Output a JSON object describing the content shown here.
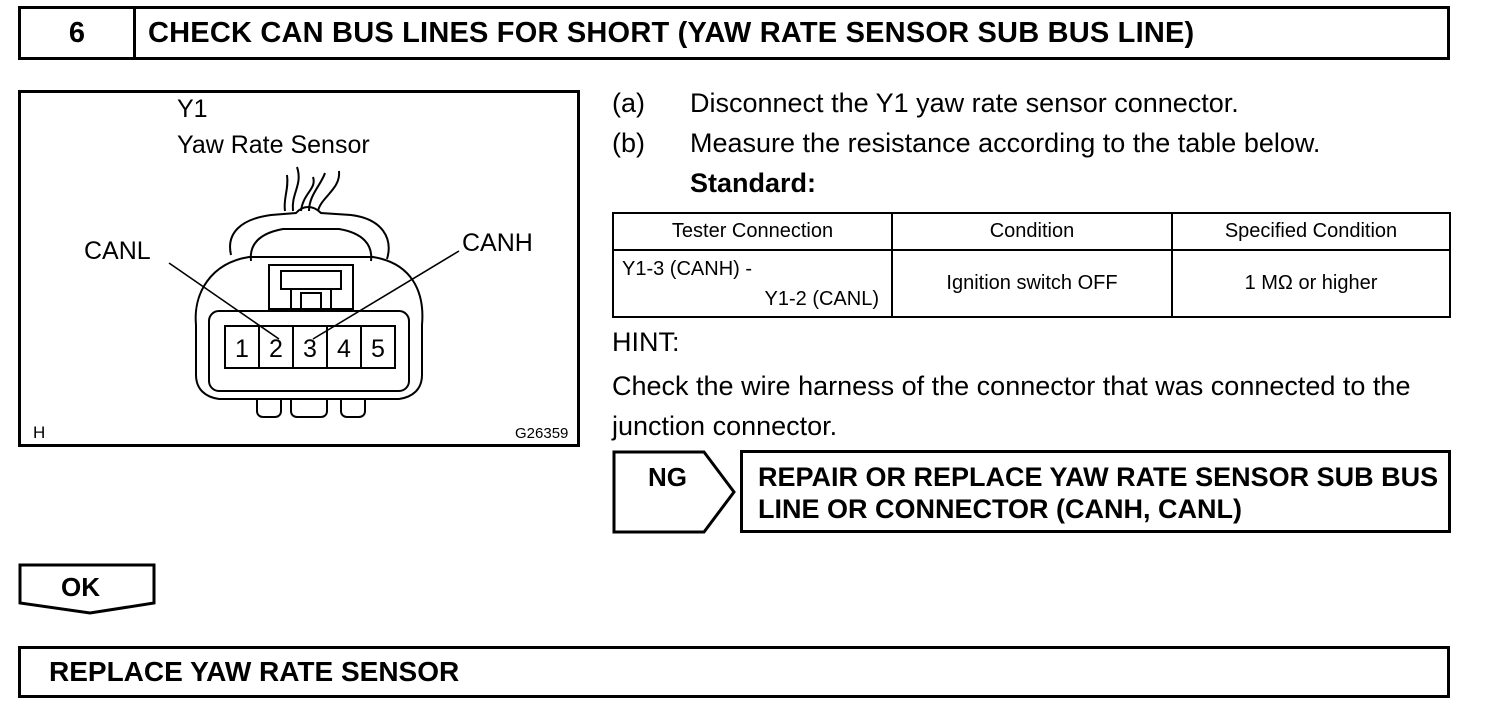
{
  "header": {
    "step_number": "6",
    "title": "CHECK CAN BUS LINES FOR SHORT (YAW RATE SENSOR SUB BUS LINE)"
  },
  "figure": {
    "connector_id": "Y1",
    "connector_name": "Yaw Rate Sensor",
    "label_canl": "CANL",
    "label_canh": "CANH",
    "pins": [
      "1",
      "2",
      "3",
      "4",
      "5"
    ],
    "view_letter": "H",
    "figure_code": "G26359"
  },
  "steps": [
    {
      "label": "(a)",
      "text": "Disconnect the Y1 yaw rate sensor connector."
    },
    {
      "label": "(b)",
      "text": "Measure the resistance according to the table below."
    }
  ],
  "standard_label": "Standard:",
  "table": {
    "headers": [
      "Tester Connection",
      "Condition",
      "Specified Condition"
    ],
    "row": {
      "tester_line1": "Y1-3 (CANH) -",
      "tester_line2": "Y1-2 (CANL)",
      "condition": "Ignition switch OFF",
      "specified": "1 MΩ or higher"
    }
  },
  "hint": {
    "label": "HINT:",
    "text": "Check the wire harness of the connector that was connected to the junction connector."
  },
  "ng": {
    "label": "NG",
    "action": "REPAIR OR REPLACE YAW RATE SENSOR SUB BUS LINE OR CONNECTOR (CANH, CANL)"
  },
  "ok": {
    "label": "OK"
  },
  "result": "REPLACE YAW RATE SENSOR"
}
